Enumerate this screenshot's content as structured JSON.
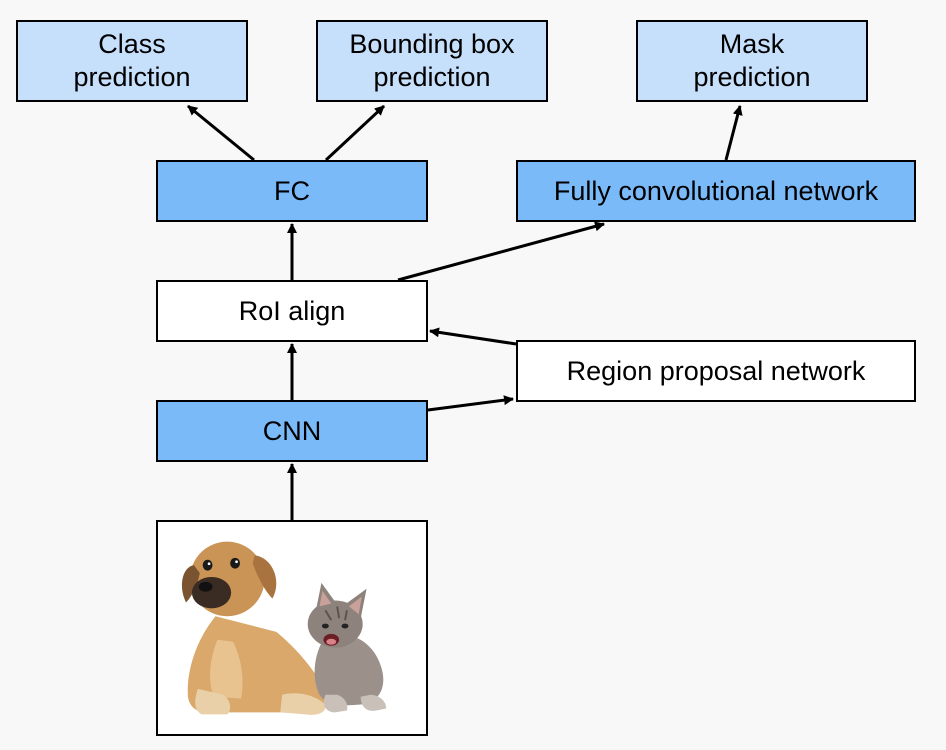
{
  "diagram": {
    "nodes": {
      "class_prediction": "Class\nprediction",
      "bbox_prediction": "Bounding box\nprediction",
      "mask_prediction": "Mask\nprediction",
      "fc": "FC",
      "fcn": "Fully convolutional network",
      "roi_align": "RoI align",
      "rpn": "Region proposal network",
      "cnn": "CNN"
    },
    "edges": [
      [
        "input_image",
        "cnn"
      ],
      [
        "cnn",
        "roi_align"
      ],
      [
        "cnn",
        "rpn"
      ],
      [
        "rpn",
        "roi_align"
      ],
      [
        "roi_align",
        "fc"
      ],
      [
        "roi_align",
        "fcn"
      ],
      [
        "fc",
        "class_prediction"
      ],
      [
        "fc",
        "bbox_prediction"
      ],
      [
        "fcn",
        "mask_prediction"
      ]
    ],
    "input_image": {
      "icon": "puppy-and-kitten-photo"
    },
    "colors": {
      "output_boxes": "#c6dffb",
      "network_boxes": "#7bbaf8",
      "plain_boxes": "#ffffff",
      "background": "#f8f8f8"
    }
  }
}
